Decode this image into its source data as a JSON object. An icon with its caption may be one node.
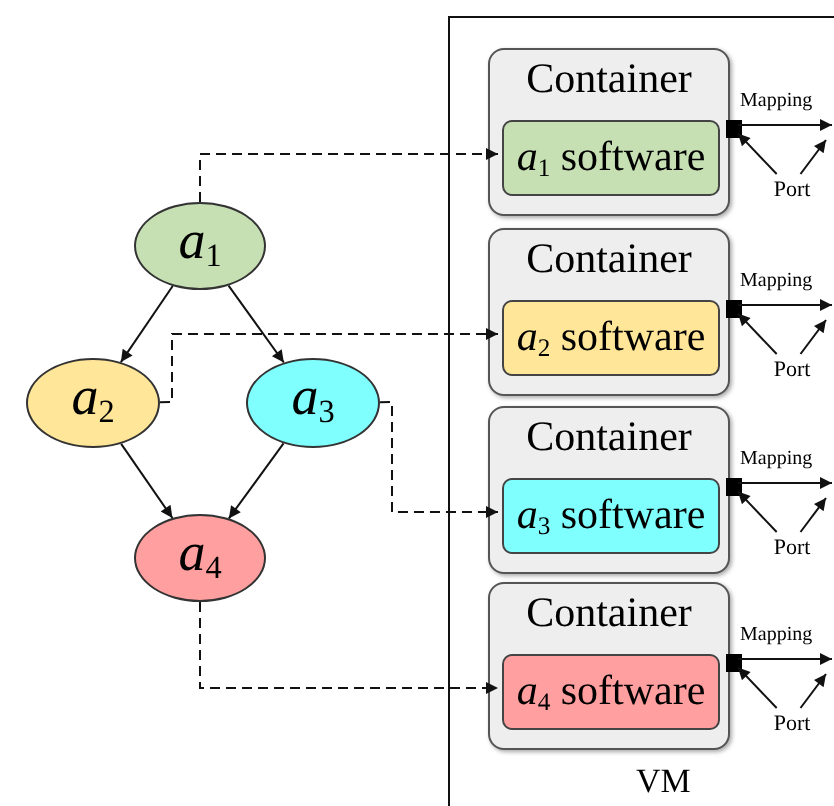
{
  "diagram": {
    "nodes": [
      {
        "text": [
          "*a*$_{1}$"
        ]
      },
      {
        "text": [
          "*a*$_{2}$"
        ]
      },
      {
        "text": [
          "*a*$_{3}$"
        ]
      },
      {
        "text": [
          "*a*$_{4}$"
        ]
      },
      {
        "text": [
          "VM"
        ]
      },
      {
        "text": [
          "Container"
        ],
        "in": 4
      },
      {
        "text": [
          "*a*$_{1}$ software"
        ],
        "in": 5
      },
      {
        "text": [],
        "shape": "box",
        "in": 5
      },
      {
        "text": [
          "Port"
        ],
        "in": 4
      },
      {
        "text": [
          "Container"
        ],
        "in": 4
      },
      {
        "text": [
          "*a*$_{2}$ software"
        ],
        "in": 9
      },
      {
        "text": [],
        "shape": "box",
        "in": 9
      },
      {
        "text": [
          "Port"
        ],
        "in": 4
      },
      {
        "text": [
          "Container"
        ],
        "in": 4
      },
      {
        "text": [
          "*a*$_{3}$ software"
        ],
        "in": 13
      },
      {
        "text": [],
        "shape": "box",
        "in": 13
      },
      {
        "text": [
          "Port"
        ],
        "in": 4
      },
      {
        "text": [
          "Container"
        ],
        "in": 4
      },
      {
        "text": [
          "*a*$_{4}$ software"
        ],
        "in": 17
      },
      {
        "text": [],
        "shape": "box",
        "in": 17
      },
      {
        "text": [
          "Port"
        ],
        "in": 4
      }
    ],
    "edges": [
      {
        "from": 0,
        "to": 1,
        "arrow": "to"
      },
      {
        "from": 0,
        "to": 2,
        "arrow": "to"
      },
      {
        "from": 1,
        "to": 3,
        "arrow": "to"
      },
      {
        "from": 2,
        "to": 3,
        "arrow": "to"
      },
      {
        "from": 0,
        "to": 6,
        "arrow": "to",
        "style": "dashed"
      },
      {
        "from": 1,
        "to": 10,
        "arrow": "to",
        "style": "dashed"
      },
      {
        "from": 2,
        "to": 14,
        "arrow": "to",
        "style": "dashed"
      },
      {
        "from": 3,
        "to": 18,
        "arrow": "to",
        "style": "dashed"
      },
      {
        "from": 7,
        "to": null,
        "arrow": "to",
        "label": "Mapping"
      },
      {
        "from": 8,
        "to": 7,
        "arrow": "to"
      },
      {
        "from": 8,
        "to": null,
        "arrow": "to"
      },
      {
        "from": 11,
        "to": null,
        "arrow": "to",
        "label": "Mapping"
      },
      {
        "from": 12,
        "to": 11,
        "arrow": "to"
      },
      {
        "from": 12,
        "to": null,
        "arrow": "to"
      },
      {
        "from": 15,
        "to": null,
        "arrow": "to",
        "label": "Mapping"
      },
      {
        "from": 16,
        "to": 15,
        "arrow": "to"
      },
      {
        "from": 16,
        "to": null,
        "arrow": "to"
      },
      {
        "from": 19,
        "to": null,
        "arrow": "to",
        "label": "Mapping"
      },
      {
        "from": 20,
        "to": 19,
        "arrow": "to"
      },
      {
        "from": 20,
        "to": null,
        "arrow": "to"
      }
    ]
  }
}
